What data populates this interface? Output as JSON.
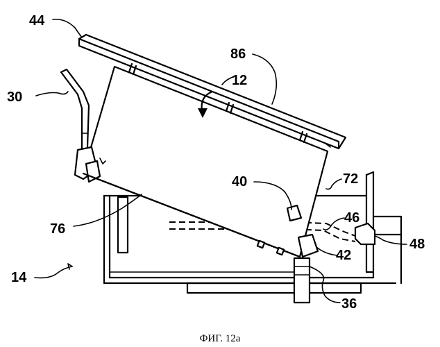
{
  "figure": {
    "caption": "ФИГ. 12а",
    "labels": {
      "l44": "44",
      "l86": "86",
      "l12": "12",
      "l30": "30",
      "l40": "40",
      "l72": "72",
      "l46": "46",
      "l76": "76",
      "l42": "42",
      "l48": "48",
      "l14": "14",
      "l36": "36"
    }
  }
}
